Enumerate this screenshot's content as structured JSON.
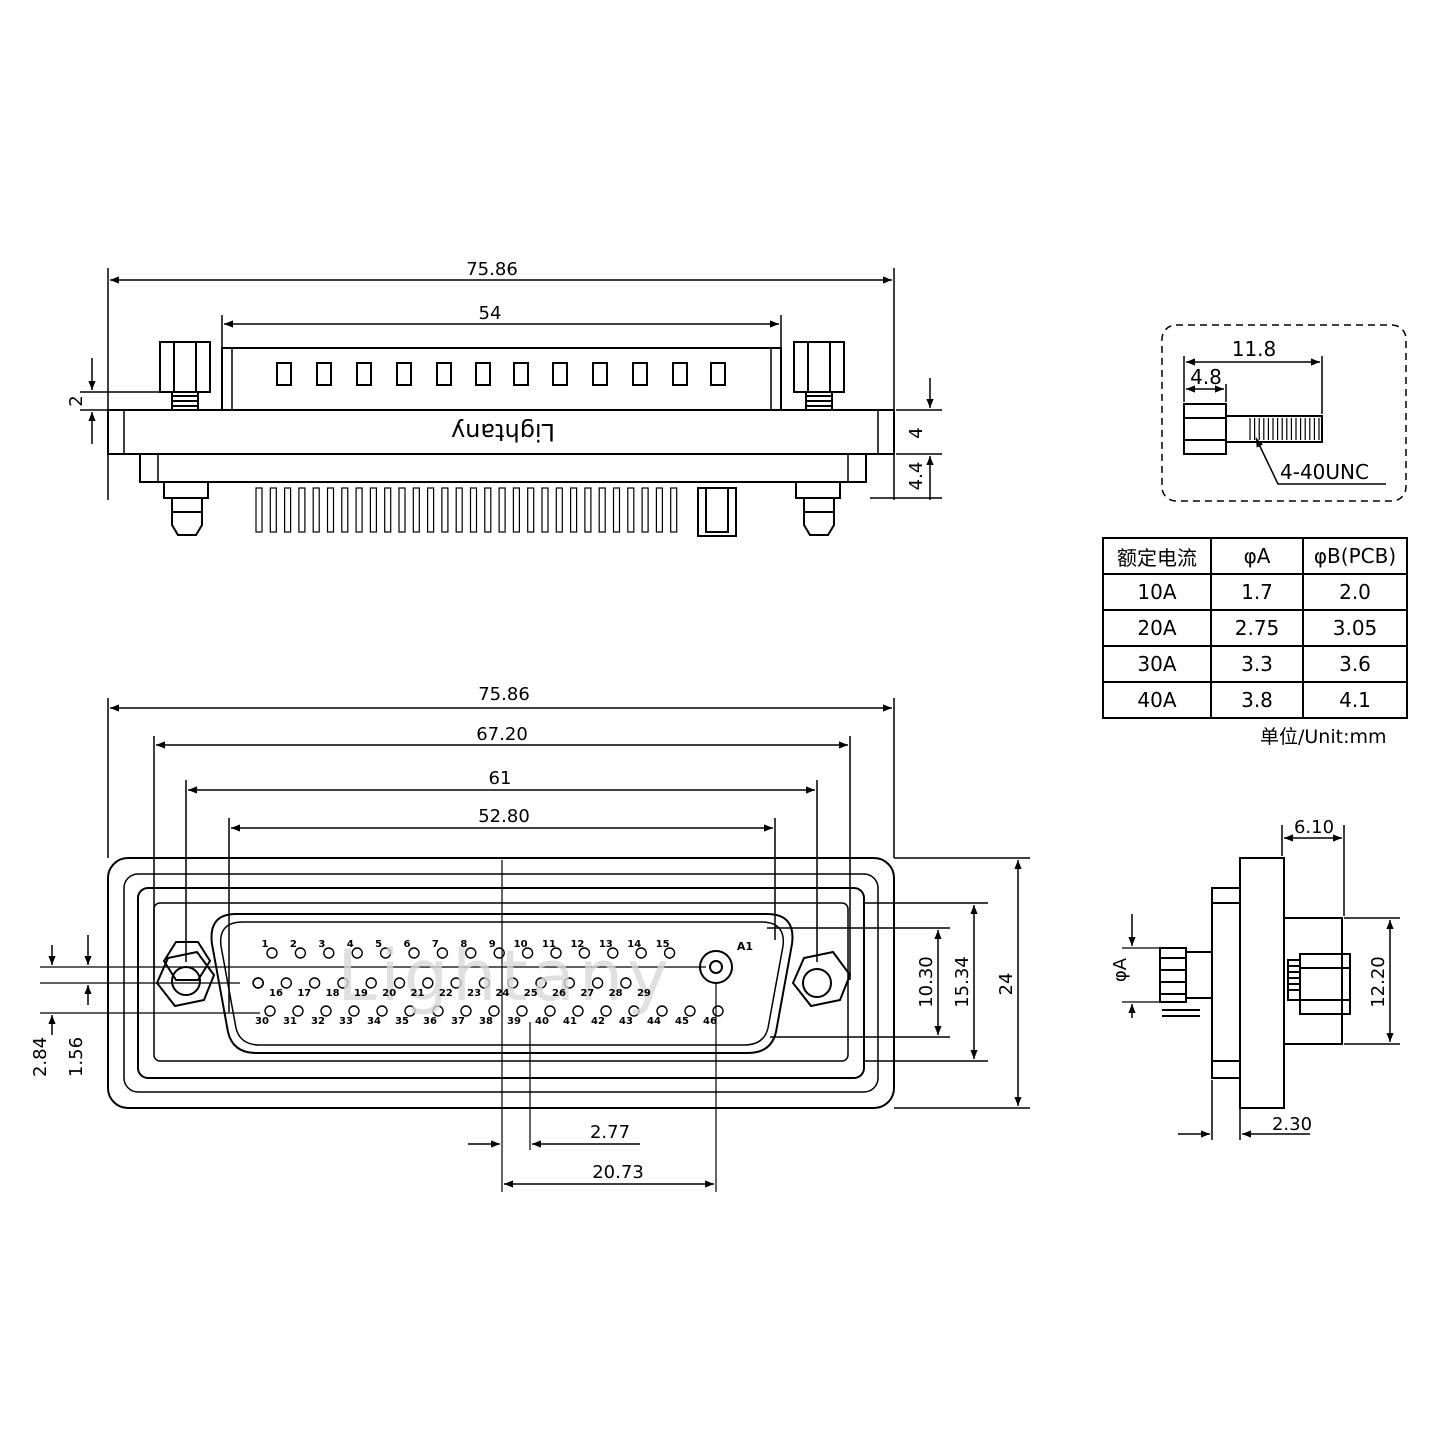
{
  "top_view": {
    "overall_width": "75.86",
    "shell_width": "54",
    "dim_2": "2",
    "dim_4": "4",
    "dim_4_4": "4.4",
    "brand_mirrored": "Lightany"
  },
  "screw_detail": {
    "length_total": "11.8",
    "length_hex": "4.8",
    "thread": "4-40UNC"
  },
  "current_table": {
    "headers": [
      "额定电流",
      "φA",
      "φB(PCB)"
    ],
    "rows": [
      [
        "10A",
        "1.7",
        "2.0"
      ],
      [
        "20A",
        "2.75",
        "3.05"
      ],
      [
        "30A",
        "3.3",
        "3.6"
      ],
      [
        "40A",
        "3.8",
        "4.1"
      ]
    ],
    "unit_note": "单位/Unit:mm"
  },
  "front_view": {
    "dim_overall": "75.86",
    "dim_6720": "67.20",
    "dim_61": "61",
    "dim_5280": "52.80",
    "dim_1030": "10.30",
    "dim_1534": "15.34",
    "dim_24": "24",
    "dim_284": "2.84",
    "dim_156": "1.56",
    "dim_277": "2.77",
    "dim_2073": "20.73",
    "coax_label": "A1",
    "pins_row1": [
      "1",
      "2",
      "3",
      "4",
      "5",
      "6",
      "7",
      "8",
      "9",
      "10",
      "11",
      "12",
      "13",
      "14",
      "15"
    ],
    "pins_row2": [
      "16",
      "17",
      "18",
      "19",
      "20",
      "21",
      "22",
      "23",
      "24",
      "25",
      "26",
      "27",
      "28",
      "29"
    ],
    "pins_row3": [
      "30",
      "31",
      "32",
      "33",
      "34",
      "35",
      "36",
      "37",
      "38",
      "39",
      "40",
      "41",
      "42",
      "43",
      "44",
      "45",
      "46"
    ]
  },
  "side_view": {
    "dim_610": "6.10",
    "dim_1220": "12.20",
    "dim_230": "2.30",
    "dim_phiA": "φA"
  },
  "colors": {
    "line": "#000000",
    "background": "#ffffff",
    "watermark": "#d0d0d0"
  }
}
